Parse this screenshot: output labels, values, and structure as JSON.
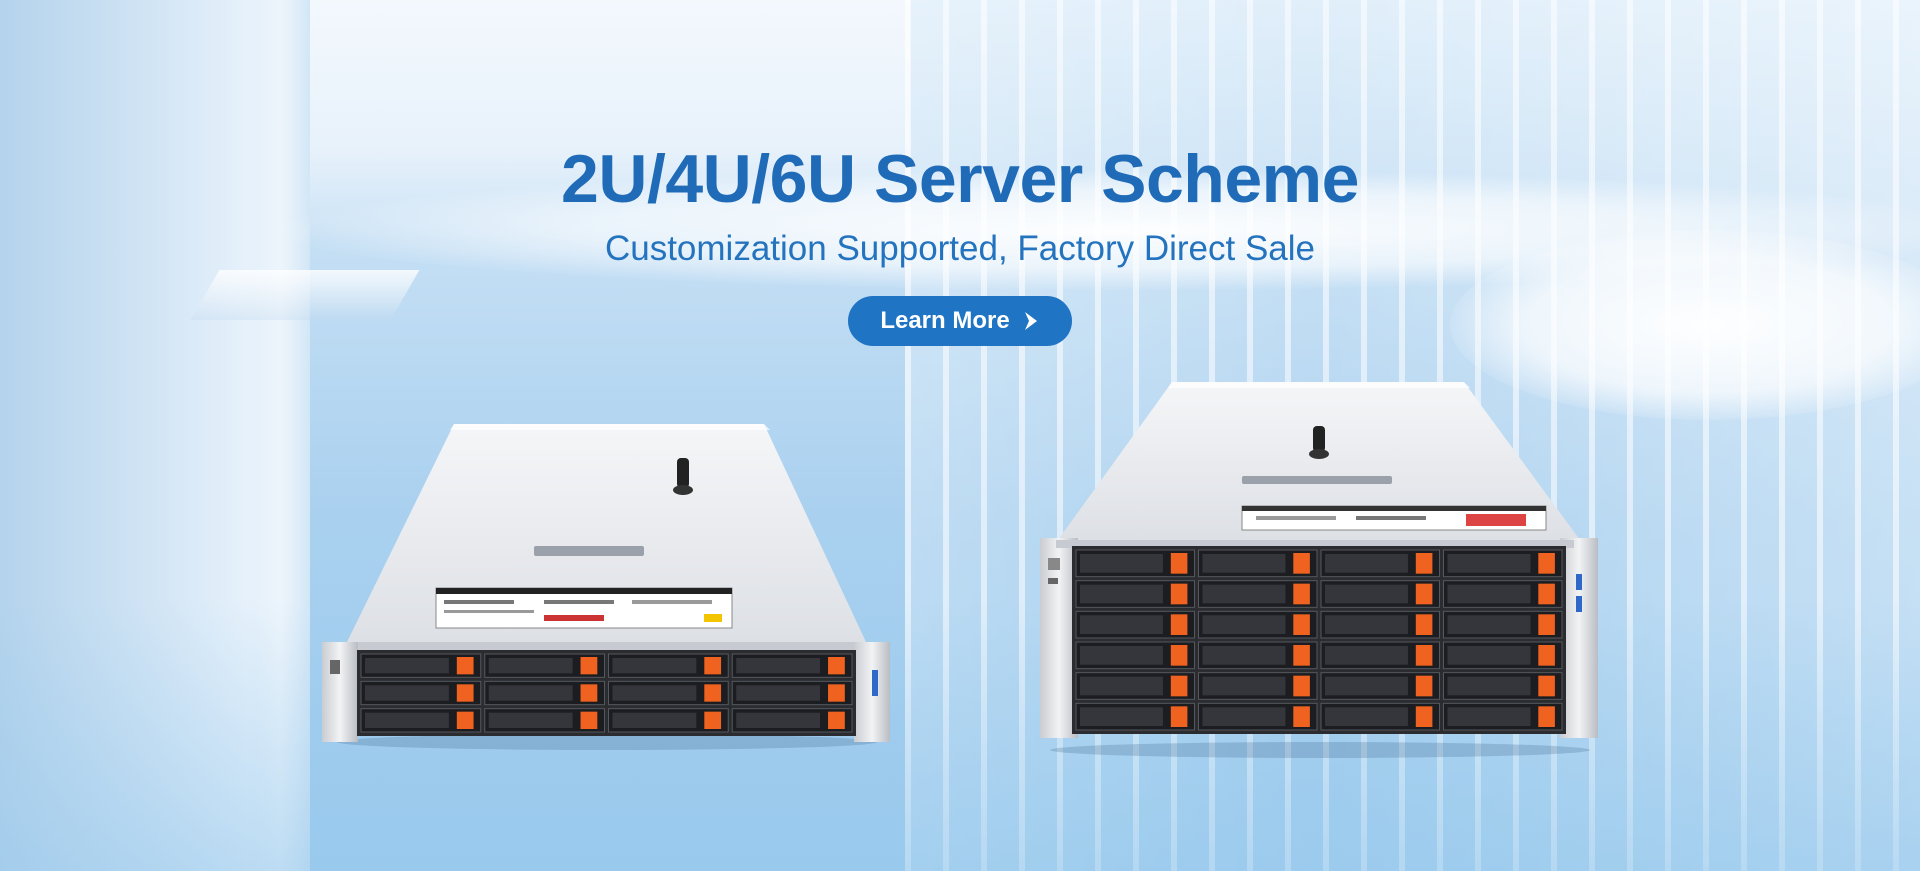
{
  "banner": {
    "title": "2U/4U/6U Server Scheme",
    "subtitle": "Customization Supported, Factory Direct Sale",
    "cta_label": "Learn More",
    "cta_icon": "chevron-right-icon"
  },
  "colors": {
    "accent": "#1f74c3",
    "title": "#1f6bb8",
    "drive_latch": "#f0621f",
    "chassis": "#e8eaed"
  },
  "products": [
    {
      "name": "2U server chassis",
      "drive_rows": 3,
      "drive_cols": 4
    },
    {
      "name": "4U server chassis",
      "drive_rows": 6,
      "drive_cols": 4
    }
  ]
}
